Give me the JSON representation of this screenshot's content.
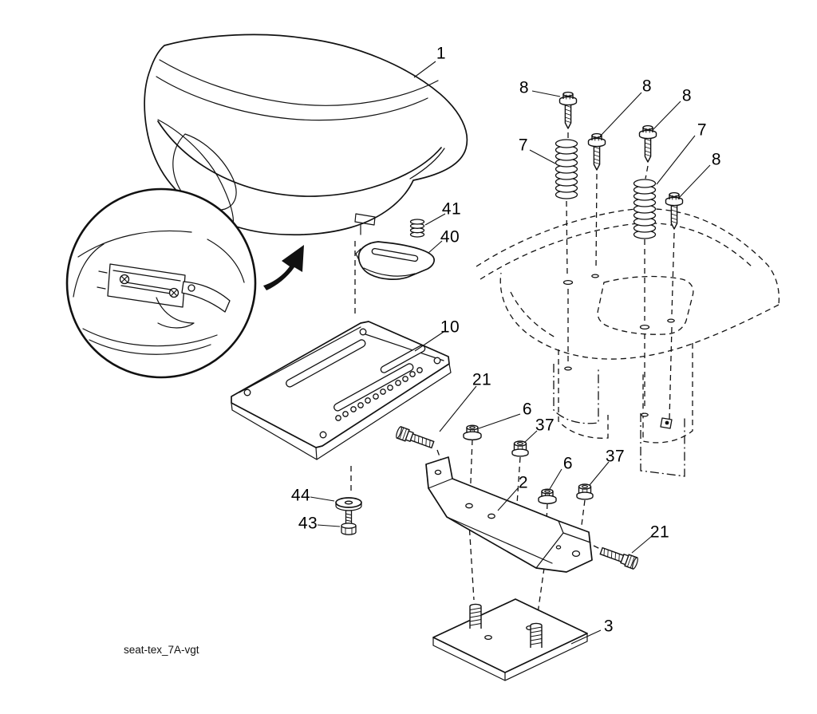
{
  "figure": {
    "footer_text": "seat-tex_7A-vgt"
  },
  "callouts": [
    {
      "part": "seat-assembly",
      "label": "1"
    },
    {
      "part": "screw-top-left",
      "label": "8"
    },
    {
      "part": "screw-mid-left",
      "label": "8"
    },
    {
      "part": "screw-mid-right",
      "label": "8"
    },
    {
      "part": "seat-spring-left",
      "label": "7"
    },
    {
      "part": "seat-spring-right",
      "label": "7"
    },
    {
      "part": "screw-lower-right",
      "label": "8"
    },
    {
      "part": "small-spring",
      "label": "41"
    },
    {
      "part": "adjuster-bracket",
      "label": "40"
    },
    {
      "part": "seat-pan",
      "label": "10"
    },
    {
      "part": "shoulder-bolt-left",
      "label": "21"
    },
    {
      "part": "flange-nut-left",
      "label": "6"
    },
    {
      "part": "lock-nut-left",
      "label": "37"
    },
    {
      "part": "flange-nut-right",
      "label": "6"
    },
    {
      "part": "lock-nut-right",
      "label": "37"
    },
    {
      "part": "seat-bracket",
      "label": "2"
    },
    {
      "part": "shoulder-bolt-right",
      "label": "21"
    },
    {
      "part": "washer",
      "label": "44"
    },
    {
      "part": "bolt",
      "label": "43"
    },
    {
      "part": "mounting-plate",
      "label": "3"
    }
  ]
}
